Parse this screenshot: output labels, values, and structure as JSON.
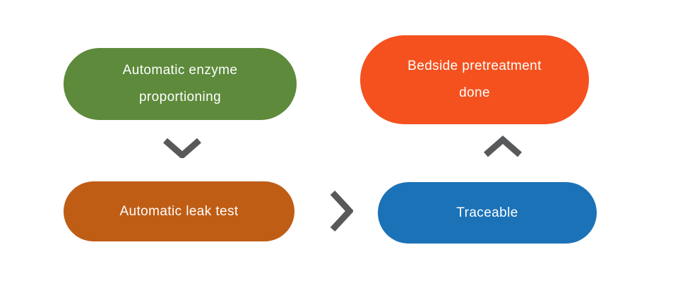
{
  "page": {
    "background": "#ffffff"
  },
  "colors": {
    "green": "#5d8a3b",
    "orange": "#f4511e",
    "brown": "#bf5d15",
    "blue": "#1b72b7",
    "chevron": "#58595b",
    "node_text": "#ffffff"
  },
  "nodes": {
    "enzyme": {
      "lines": [
        "Automatic enzyme",
        "proportioning"
      ]
    },
    "bedside": {
      "lines": [
        "Bedside pretreatment",
        "done"
      ]
    },
    "leak": {
      "lines": [
        "Automatic leak test"
      ]
    },
    "traceable": {
      "lines": [
        "Traceable"
      ]
    }
  },
  "icons": {
    "down": "chevron-down",
    "right": "chevron-right",
    "up": "chevron-up"
  }
}
